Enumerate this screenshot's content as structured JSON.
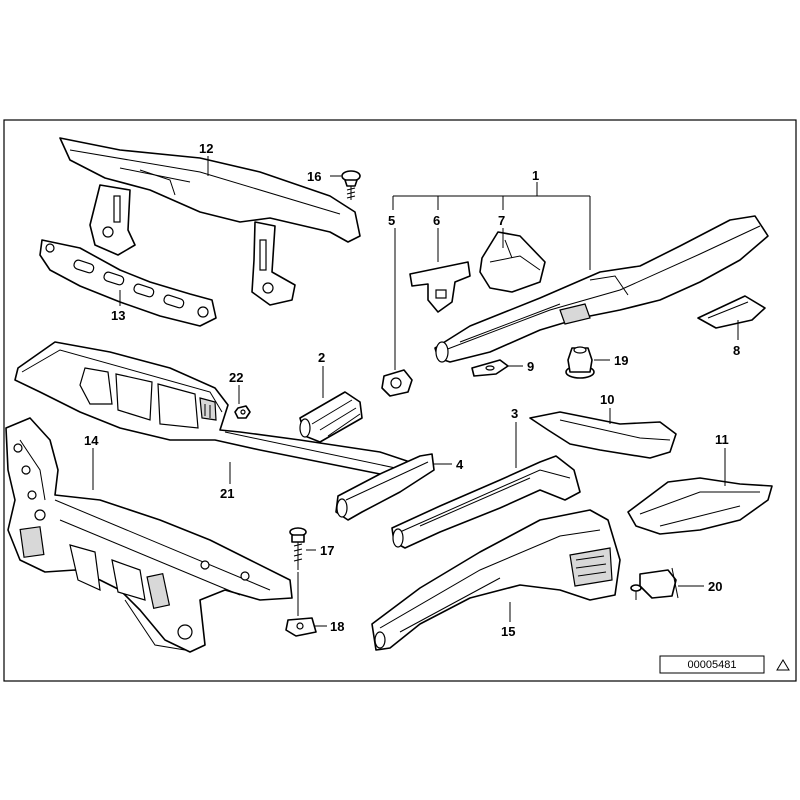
{
  "parts": {
    "p1": "1",
    "p2": "2",
    "p3": "3",
    "p4": "4",
    "p5": "5",
    "p6": "6",
    "p7": "7",
    "p8": "8",
    "p9": "9",
    "p10": "10",
    "p11": "11",
    "p12": "12",
    "p13": "13",
    "p14": "14",
    "p15": "15",
    "p16": "16",
    "p17": "17",
    "p18": "18",
    "p19": "19",
    "p20": "20",
    "p21": "21",
    "p22": "22"
  },
  "reference": {
    "code": "00005481"
  },
  "icons": {
    "warning": "warning-triangle-icon"
  }
}
